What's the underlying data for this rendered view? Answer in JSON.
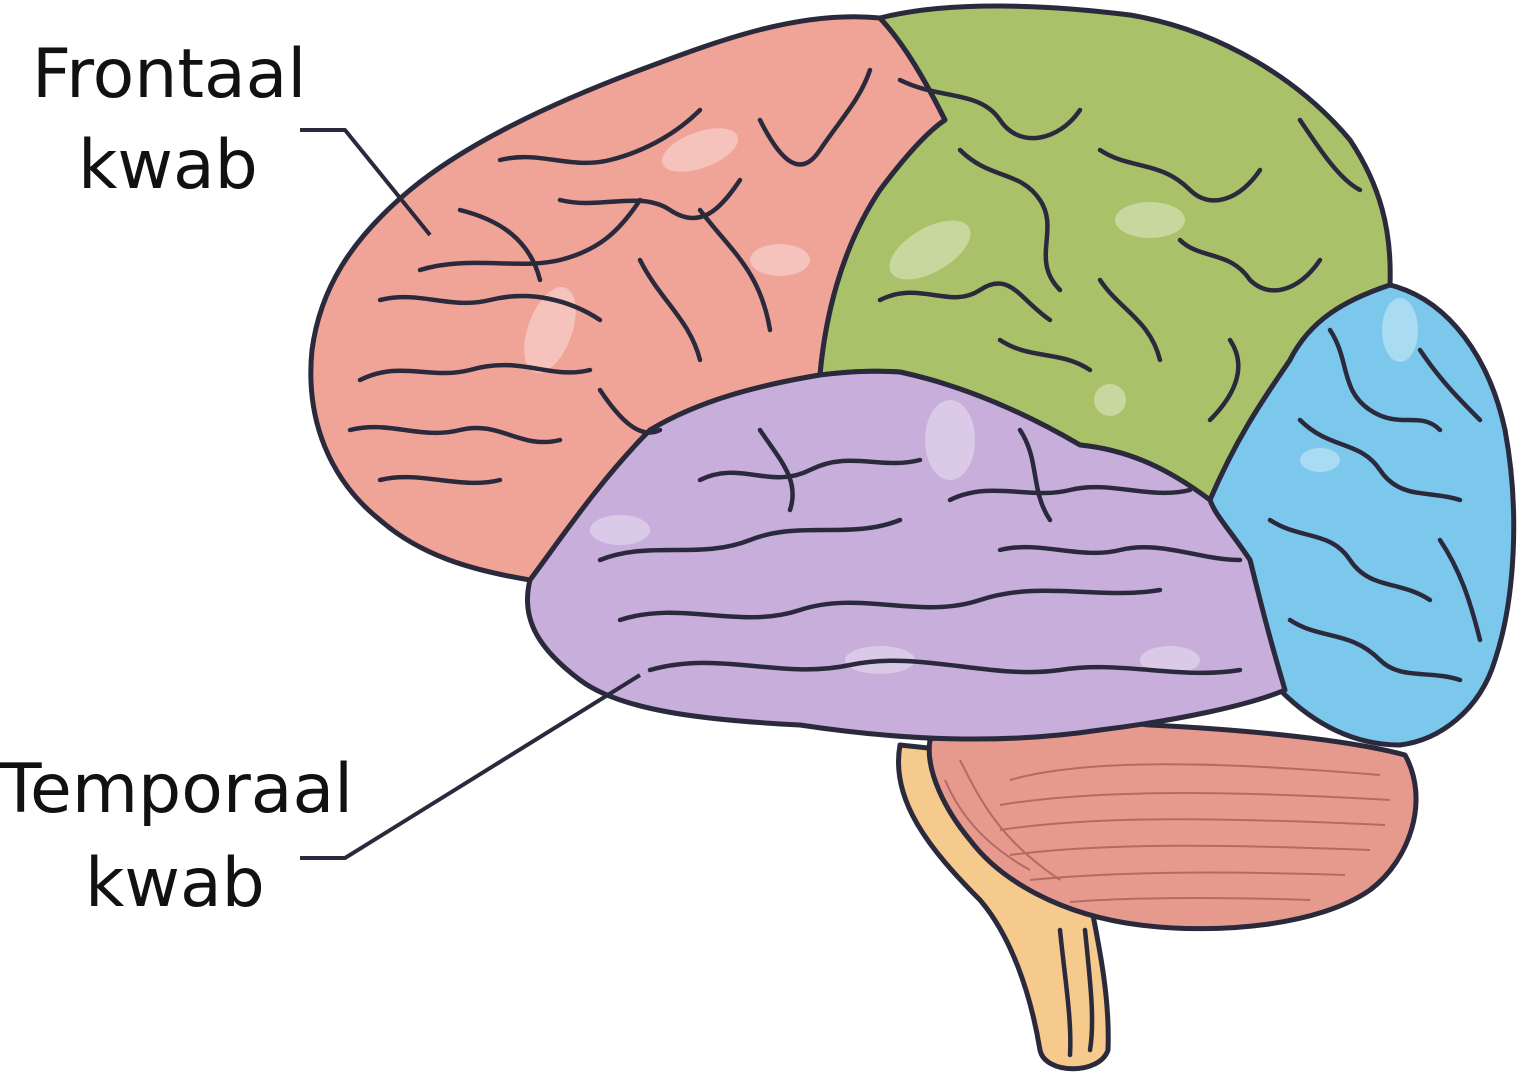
{
  "labels": {
    "frontal": {
      "line1": "Frontaal",
      "line2": "kwab"
    },
    "temporal": {
      "line1": "Temporaal",
      "line2": "kwab"
    }
  },
  "colors": {
    "frontal": "#f0a497",
    "parietal": "#a9c26a",
    "occipital": "#7cc8ec",
    "temporal": "#c8aedb",
    "cerebellum": "#e59a8d",
    "brainstem": "#f6c98d",
    "outline": "#2b2a3d"
  }
}
